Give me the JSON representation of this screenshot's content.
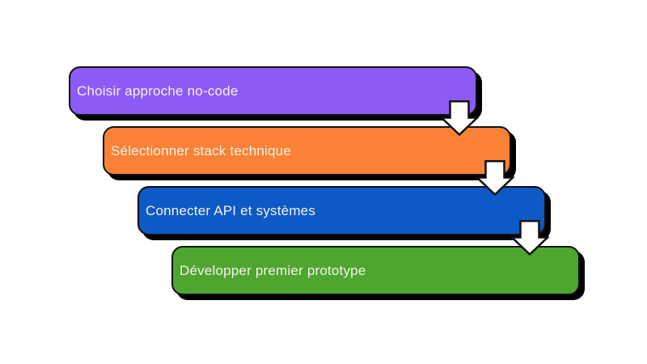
{
  "diagram": {
    "type": "step-flow",
    "direction": "down",
    "background": "#ffffff",
    "text_color": "#f6f1ea",
    "border_color": "#111111",
    "shadow_color": "#000000",
    "arrow": {
      "fill": "#ffffff",
      "outline": "#111111"
    },
    "steps": [
      {
        "label": "Choisir approche no-code",
        "color": "#8c5bf6"
      },
      {
        "label": "Sélectionner stack technique",
        "color": "#fa8136"
      },
      {
        "label": "Connecter API et systèmes",
        "color": "#0d59c5"
      },
      {
        "label": "Développer premier prototype",
        "color": "#4da62f"
      }
    ]
  }
}
